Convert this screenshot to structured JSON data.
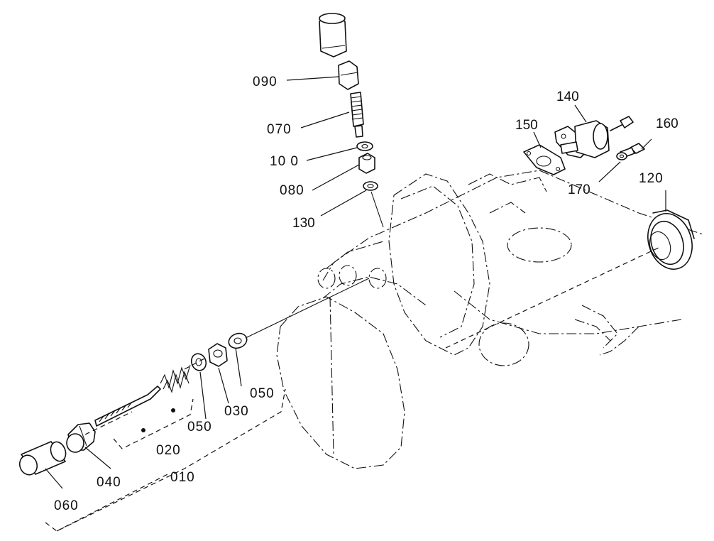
{
  "parts": [
    {
      "id": "p090",
      "label": "090"
    },
    {
      "id": "p070",
      "label": "070"
    },
    {
      "id": "p100",
      "label": "10 0"
    },
    {
      "id": "p080",
      "label": "080"
    },
    {
      "id": "p130",
      "label": "130"
    },
    {
      "id": "p140",
      "label": "140"
    },
    {
      "id": "p150",
      "label": "150"
    },
    {
      "id": "p160",
      "label": "160"
    },
    {
      "id": "p170",
      "label": "170"
    },
    {
      "id": "p120",
      "label": "120"
    },
    {
      "id": "p050a",
      "label": "050"
    },
    {
      "id": "p030",
      "label": "030"
    },
    {
      "id": "p050b",
      "label": "050"
    },
    {
      "id": "p020",
      "label": "020"
    },
    {
      "id": "p040",
      "label": "040"
    },
    {
      "id": "p010",
      "label": "010"
    },
    {
      "id": "p060",
      "label": "060"
    }
  ]
}
